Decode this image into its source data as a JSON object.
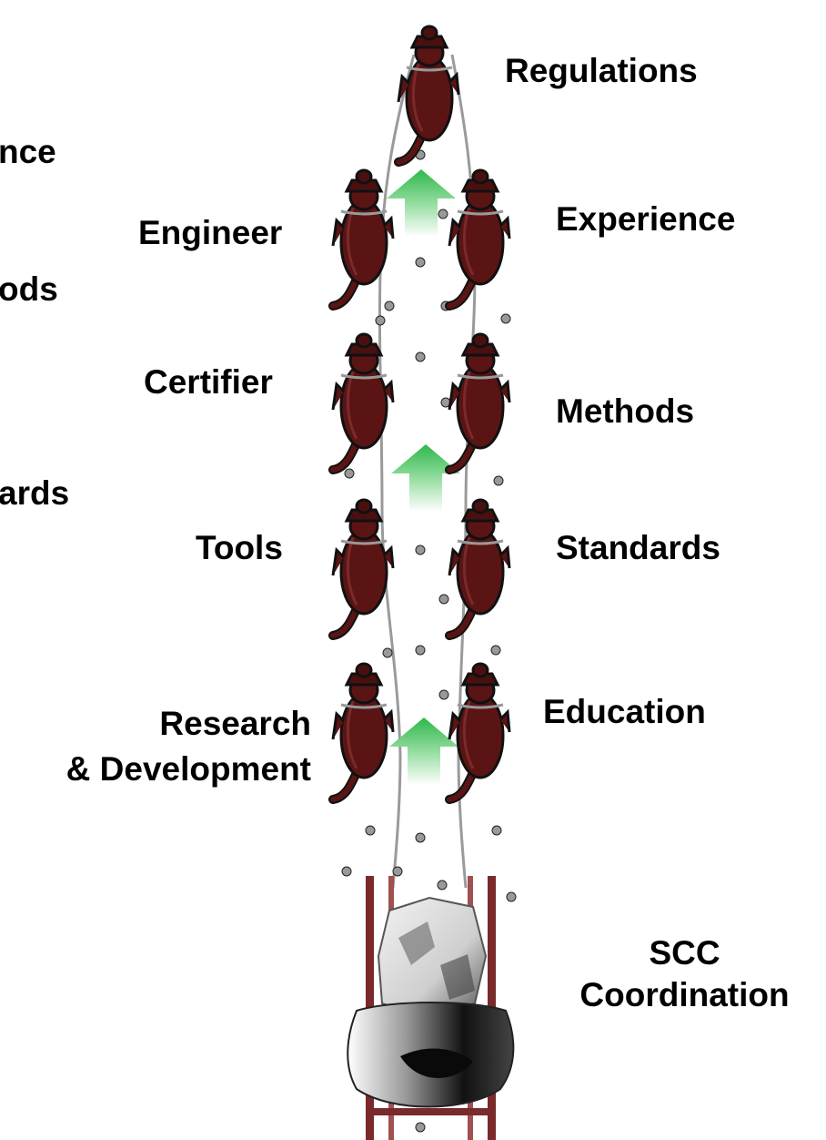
{
  "labels": {
    "regulations": "Regulations",
    "engineer": "Engineer",
    "experience": "Experience",
    "certifier": "Certifier",
    "methods": "Methods",
    "tools": "Tools",
    "standards": "Standards",
    "research_line1": "Research",
    "research_line2": "& Development",
    "education": "Education",
    "scc_line1": "SCC",
    "scc_line2": "Coordination",
    "cut_nce": "nce",
    "cut_ods": "ods",
    "cut_ards": "ards"
  },
  "colors": {
    "body": "#5a1414",
    "outline": "#111111",
    "rope": "#999999",
    "arrow": "#3cba54",
    "ladder": "#7a2a2a"
  }
}
